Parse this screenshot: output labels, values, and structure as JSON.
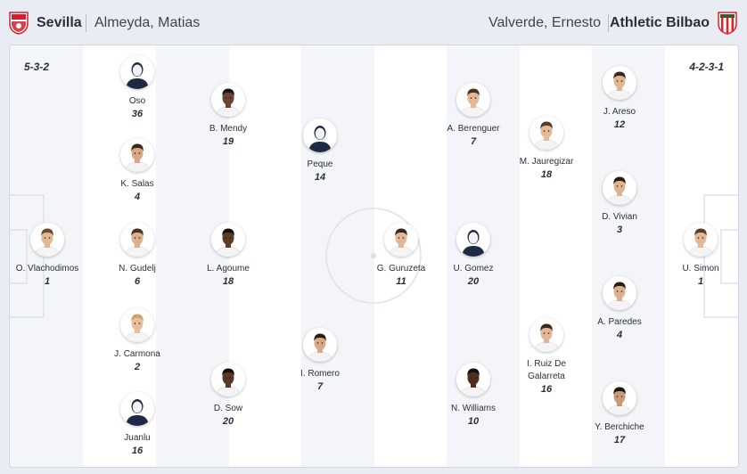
{
  "home": {
    "team": "Sevilla",
    "coach": "Almeyda, Matias",
    "formation": "5-3-2",
    "crest_colors": [
      "#d0202e",
      "#ffffff"
    ]
  },
  "away": {
    "team": "Athletic Bilbao",
    "coach": "Valverde, Ernesto",
    "formation": "4-2-3-1",
    "crest_colors": [
      "#e3202b",
      "#ffffff"
    ]
  },
  "colors": {
    "pitch_light": "#ffffff",
    "pitch_dark": "#f3f5f8",
    "lines": "#dde2ea",
    "text": "#2a2f3a"
  },
  "players": [
    {
      "name": "O. Vlachodimos",
      "number": "1",
      "photo": "real",
      "hair": "#6b4a2e",
      "skin": "#e2b793",
      "shirt": "#f4f4f4"
    },
    {
      "name": "Oso",
      "number": "36",
      "photo": "silhouette"
    },
    {
      "name": "K. Salas",
      "number": "4",
      "photo": "real",
      "hair": "#3a2a1e",
      "skin": "#d8a884",
      "shirt": "#f4f4f4"
    },
    {
      "name": "N. Gudelj",
      "number": "6",
      "photo": "real",
      "hair": "#4a3323",
      "skin": "#dcb08c",
      "shirt": "#f4f4f4"
    },
    {
      "name": "J. Carmona",
      "number": "2",
      "photo": "real",
      "hair": "#c9a66b",
      "skin": "#e6bf9d",
      "shirt": "#f4f4f4"
    },
    {
      "name": "Juanlu",
      "number": "16",
      "photo": "silhouette"
    },
    {
      "name": "B. Mendy",
      "number": "19",
      "photo": "real",
      "hair": "#1a1410",
      "skin": "#6b4330",
      "shirt": "#f4f4f4"
    },
    {
      "name": "L. Agoume",
      "number": "18",
      "photo": "real",
      "hair": "#15100c",
      "skin": "#5e3b28",
      "shirt": "#f4f4f4"
    },
    {
      "name": "D. Sow",
      "number": "20",
      "photo": "real",
      "hair": "#141010",
      "skin": "#5a3826",
      "shirt": "#f4f4f4"
    },
    {
      "name": "Peque",
      "number": "14",
      "photo": "silhouette"
    },
    {
      "name": "I. Romero",
      "number": "7",
      "photo": "real",
      "hair": "#2a1d15",
      "skin": "#d8a987",
      "shirt": "#f4f4f4"
    },
    {
      "name": "G. Guruzeta",
      "number": "11",
      "photo": "real",
      "hair": "#3a2a1e",
      "skin": "#e1b895",
      "shirt": "#f4f4f4"
    },
    {
      "name": "A. Berenguer",
      "number": "7",
      "photo": "real",
      "hair": "#4a3323",
      "skin": "#e2b896",
      "shirt": "#f4f4f4"
    },
    {
      "name": "U. Gomez",
      "number": "20",
      "photo": "silhouette"
    },
    {
      "name": "N. Williams",
      "number": "10",
      "photo": "real",
      "hair": "#141010",
      "skin": "#4d2f20",
      "shirt": "#f4f4f4"
    },
    {
      "name": "M. Jauregizar",
      "number": "18",
      "photo": "real",
      "hair": "#5a3d28",
      "skin": "#e4bb98",
      "shirt": "#f4f4f4"
    },
    {
      "name": "I. Ruiz De Galarreta",
      "number": "16",
      "photo": "real",
      "hair": "#3a2a1e",
      "skin": "#dfb593",
      "shirt": "#f4f4f4"
    },
    {
      "name": "J. Areso",
      "number": "12",
      "photo": "real",
      "hair": "#3a2a1e",
      "skin": "#e0b592",
      "shirt": "#f4f4f4"
    },
    {
      "name": "D. Vivian",
      "number": "3",
      "photo": "real",
      "hair": "#2a1d15",
      "skin": "#dfb390",
      "shirt": "#f4f4f4"
    },
    {
      "name": "A. Paredes",
      "number": "4",
      "photo": "real",
      "hair": "#2a1d15",
      "skin": "#dcb08c",
      "shirt": "#f4f4f4"
    },
    {
      "name": "Y. Berchiche",
      "number": "17",
      "photo": "real",
      "hair": "#1f1612",
      "skin": "#c99a78",
      "shirt": "#f4f4f4"
    },
    {
      "name": "U. Simon",
      "number": "1",
      "photo": "real",
      "hair": "#5a3d28",
      "skin": "#e2b896",
      "shirt": "#f4f4f4"
    }
  ]
}
